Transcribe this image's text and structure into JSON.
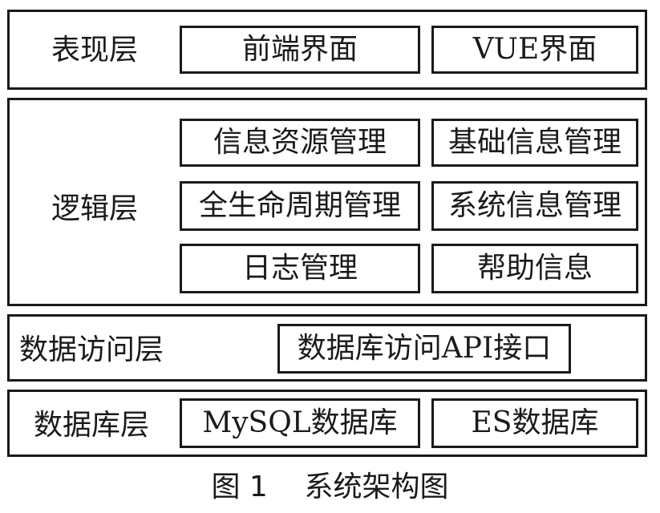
{
  "layers": {
    "presentation": {
      "label": "表现层",
      "boxes": [
        "前端界面",
        "VUE界面"
      ]
    },
    "logic": {
      "label": "逻辑层",
      "boxes": [
        "信息资源管理",
        "基础信息管理",
        "全生命周期管理",
        "系统信息管理",
        "日志管理",
        "帮助信息"
      ]
    },
    "data_access": {
      "label": "数据访问层",
      "boxes": [
        "数据库访问API接口"
      ]
    },
    "database": {
      "label": "数据库层",
      "boxes": [
        "MySQL数据库",
        "ES数据库"
      ]
    }
  },
  "caption": "图 1    系统架构图"
}
